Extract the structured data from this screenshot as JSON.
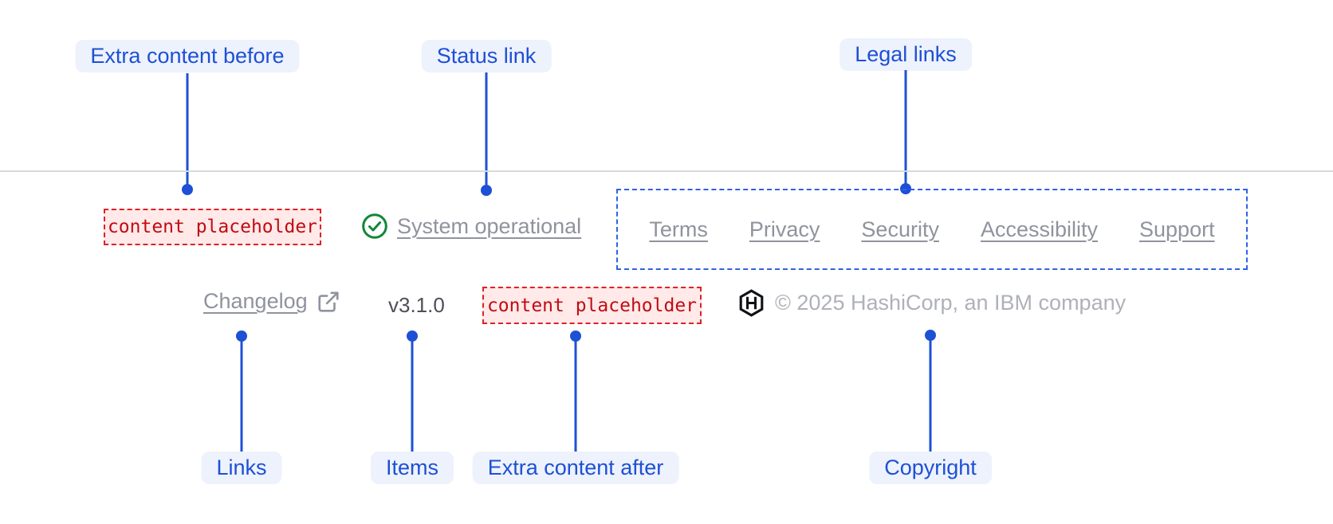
{
  "annotations": {
    "extra_content_before": "Extra content before",
    "status_link": "Status link",
    "legal_links": "Legal links",
    "links": "Links",
    "items": "Items",
    "extra_content_after": "Extra content after",
    "copyright": "Copyright"
  },
  "footer": {
    "extra_content_before": "content placeholder",
    "status": {
      "icon": "check-circle-icon",
      "label": "System operational"
    },
    "legal_links": [
      "Terms",
      "Privacy",
      "Security",
      "Accessibility",
      "Support"
    ],
    "links": [
      {
        "label": "Changelog",
        "icon": "external-link-icon"
      }
    ],
    "version": "v3.1.0",
    "extra_content_after": "content placeholder",
    "logo": "hashicorp-logo",
    "copyright": "© 2025 HashiCorp, an IBM company"
  },
  "colors": {
    "annotation_blue": "#1e50d5",
    "annotation_pill_bg": "#edf2fd",
    "legal_box_dashed_blue": "#2e62e8",
    "placeholder_red_border": "#da2327",
    "placeholder_red_text": "#c00c12",
    "placeholder_red_bg": "#ffe9e9",
    "status_green": "#12863a",
    "link_gray": "#90939d",
    "copyright_gray": "#aeb1b9",
    "version_gray": "#4c4f57",
    "divider_gray": "#d8dade",
    "logo_black": "#101216"
  }
}
